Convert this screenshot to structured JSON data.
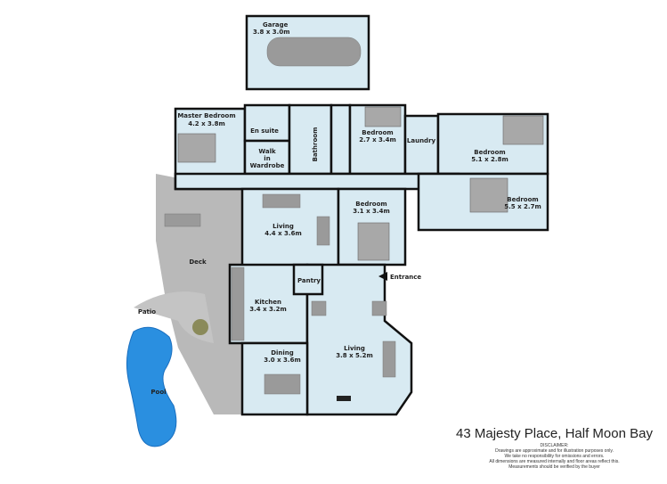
{
  "rooms": {
    "garage": {
      "name": "Garage",
      "size": "3.8 x 3.0m"
    },
    "master": {
      "name": "Master Bedroom",
      "size": "4.2 x 3.8m"
    },
    "ensuite": {
      "name": "En suite"
    },
    "wardrobe": {
      "l1": "Walk",
      "l2": "in",
      "l3": "Wardrobe"
    },
    "bathroom": {
      "name": "Bathroom"
    },
    "bed2": {
      "name": "Bedroom",
      "size": "2.7 x 3.4m"
    },
    "laundry": {
      "name": "Laundry"
    },
    "bed3": {
      "name": "Bedroom",
      "size": "5.1 x 2.8m"
    },
    "bed4": {
      "name": "Bedroom",
      "size": "5.5 x 2.7m"
    },
    "living1": {
      "name": "Living",
      "size": "4.4 x 3.6m"
    },
    "bed5": {
      "name": "Bedroom",
      "size": "3.1 x 3.4m"
    },
    "kitchen": {
      "name": "Kitchen",
      "size": "3.4 x 3.2m"
    },
    "pantry": {
      "name": "Pantry"
    },
    "living2": {
      "name": "Living",
      "size": "3.8 x 5.2m"
    },
    "dining": {
      "name": "Dining",
      "size": "3.0 x 3.6m"
    },
    "deck": {
      "name": "Deck"
    },
    "patio": {
      "name": "Patio"
    },
    "pool": {
      "name": "Pool"
    },
    "entrance": {
      "name": "Entrance"
    }
  },
  "colors": {
    "room": "#d8eaf2",
    "deck": "#b9b9b9",
    "pool": "#2a8fe0"
  },
  "address": "43 Majesty Place, Half Moon Bay",
  "disclaimer": {
    "heading": "DISCLAIMER:",
    "lines": [
      "Drawings are approximate and for illustration purposes only.",
      "We take no responsibility for omissions and errors.",
      "All dimensions are measured internally and floor areas reflect this.",
      "Measurements should be verified by the buyer"
    ]
  }
}
